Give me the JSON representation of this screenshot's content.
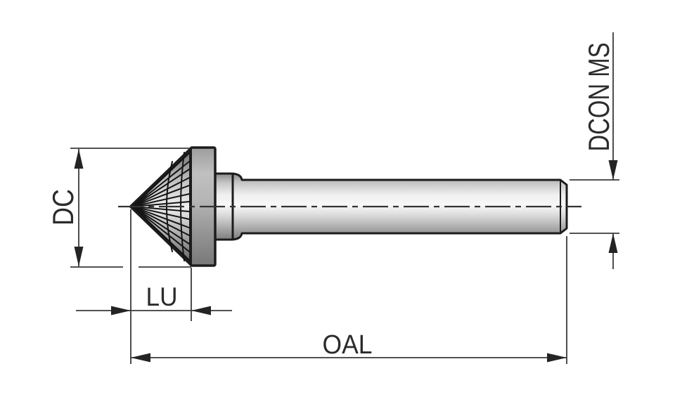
{
  "drawing": {
    "kind": "technical-dimension-drawing",
    "labels": {
      "dc": "DC",
      "lu": "LU",
      "oal": "OAL",
      "dcon": "DCON MS"
    }
  },
  "colors": {
    "background": "#ffffff",
    "outline": "#1c1c1c",
    "dimension_line": "#3a3a3a",
    "arrow": "#242424",
    "text": "#2b2b2b",
    "metal_highlight": "#f8f8f8",
    "metal_mid": "#c6c6c6",
    "metal_shadow": "#6d6d6d",
    "collar_mid": "#b5b5b5",
    "collar_shadow": "#787878"
  }
}
